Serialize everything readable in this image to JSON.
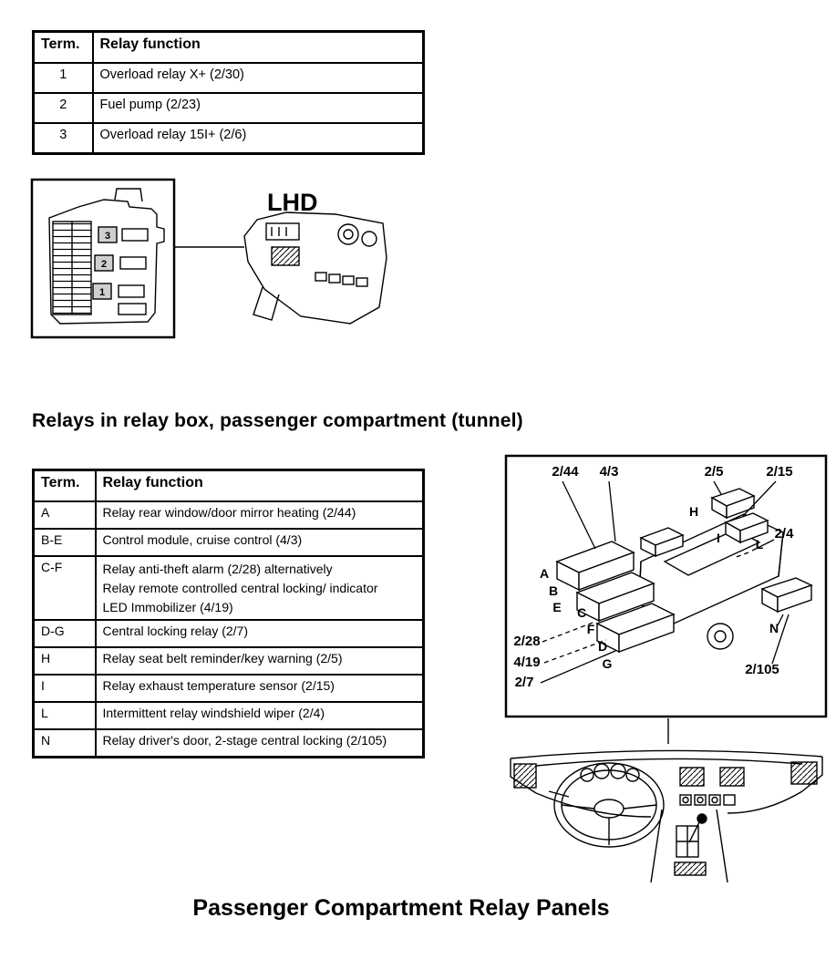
{
  "headings": {
    "section": "Relays in relay box, passenger compartment (tunnel)",
    "caption": "Passenger Compartment Relay Panels"
  },
  "table1": {
    "col_term": "Term.",
    "col_function": "Relay function",
    "rows": [
      {
        "term": "1",
        "function": "Overload relay X+ (2/30)"
      },
      {
        "term": "2",
        "function": "Fuel pump (2/23)"
      },
      {
        "term": "3",
        "function": "Overload relay 15I+ (2/6)"
      }
    ]
  },
  "figure_top": {
    "lhd_label": "LHD",
    "slots": [
      "3",
      "2",
      "1"
    ]
  },
  "table2": {
    "col_term": "Term.",
    "col_function": "Relay function",
    "rows": [
      {
        "term": "A",
        "lines": [
          "Relay rear window/door mirror heating (2/44)"
        ]
      },
      {
        "term": "B-E",
        "lines": [
          "Control module, cruise control (4/3)"
        ]
      },
      {
        "term": "C-F",
        "lines": [
          "Relay anti-theft alarm (2/28) alternatively",
          "Relay remote controlled central locking/ indicator",
          "LED Immobilizer (4/19)"
        ]
      },
      {
        "term": "D-G",
        "lines": [
          "Central locking relay (2/7)"
        ]
      },
      {
        "term": "H",
        "lines": [
          "Relay seat belt reminder/key warning (2/5)"
        ]
      },
      {
        "term": "I",
        "lines": [
          "Relay exhaust temperature sensor (2/15)"
        ]
      },
      {
        "term": "L",
        "lines": [
          "Intermittent relay windshield wiper (2/4)"
        ]
      },
      {
        "term": "N",
        "lines": [
          "Relay driver's door, 2-stage central locking (2/105)"
        ]
      }
    ]
  },
  "figure_panel": {
    "labels": {
      "t2_44": "2/44",
      "t4_3": "4/3",
      "t2_5": "2/5",
      "t2_15": "2/15",
      "t2_4": "2/4",
      "t2_28": "2/28",
      "t4_19": "4/19",
      "t2_7": "2/7",
      "t2_105": "2/105",
      "A": "A",
      "B": "B",
      "C": "C",
      "D": "D",
      "E": "E",
      "F": "F",
      "G": "G",
      "H": "H",
      "I": "I",
      "L": "L",
      "N": "N"
    }
  }
}
